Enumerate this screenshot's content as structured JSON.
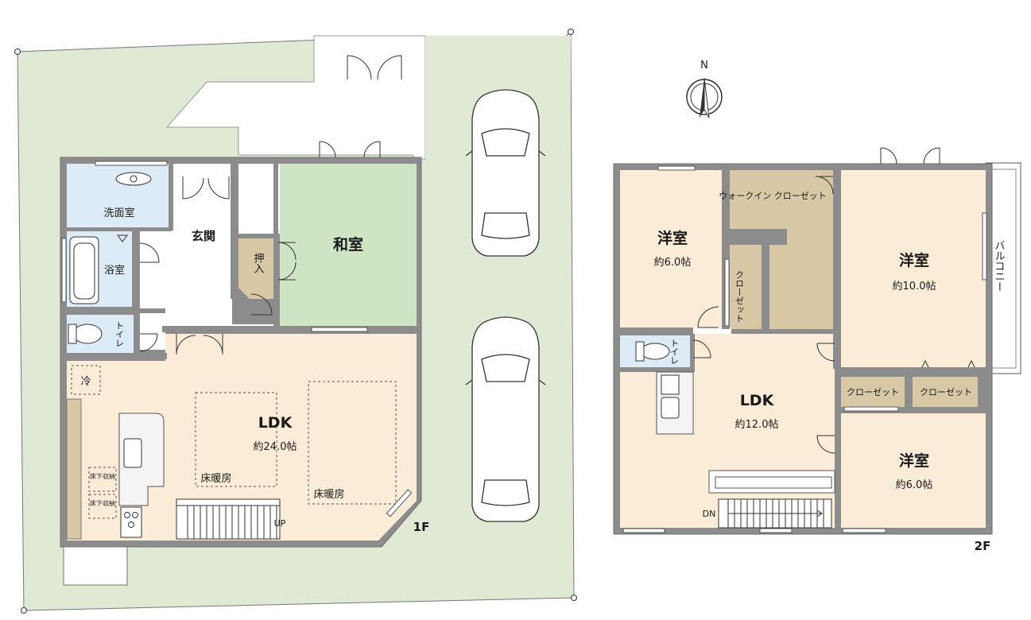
{
  "floor1": {
    "label": "1F",
    "rooms": {
      "washroom": "洗面室",
      "bathroom": "浴室",
      "toilet": "トイレ",
      "entrance": "玄関",
      "closet_oshiire": "押入",
      "japanese_room": "和室",
      "ldk": "LDK",
      "ldk_size": "約24.0帖",
      "fridge": "冷",
      "floor_heating_1": "床暖房",
      "floor_heating_2": "床暖房",
      "underfloor_storage_1": "床下収納",
      "underfloor_storage_2": "床下収納",
      "stairs_up": "UP"
    }
  },
  "floor2": {
    "label": "2F",
    "compass": "N",
    "rooms": {
      "western_room_1": "洋室",
      "western_room_1_size": "約6.0帖",
      "walk_in_closet": "ウォークイン クローゼット",
      "closet": "クローゼット",
      "western_room_2": "洋室",
      "western_room_2_size": "約10.0帖",
      "balcony": "バルコニー",
      "toilet": "トイレ",
      "ldk": "LDK",
      "ldk_size": "約12.0帖",
      "closet_a": "クローゼット",
      "closet_b": "クローゼット",
      "western_room_3": "洋室",
      "western_room_3_size": "約6.0帖",
      "stairs_down": "DN"
    }
  },
  "colors": {
    "lot": "#dfe9d3",
    "wet_area": "#dcebf5",
    "japanese_room": "#cfe4c3",
    "living": "#fbecd8",
    "closet": "#d9c8a6",
    "wall": "#8c8c8c",
    "hall": "#ffffff"
  }
}
